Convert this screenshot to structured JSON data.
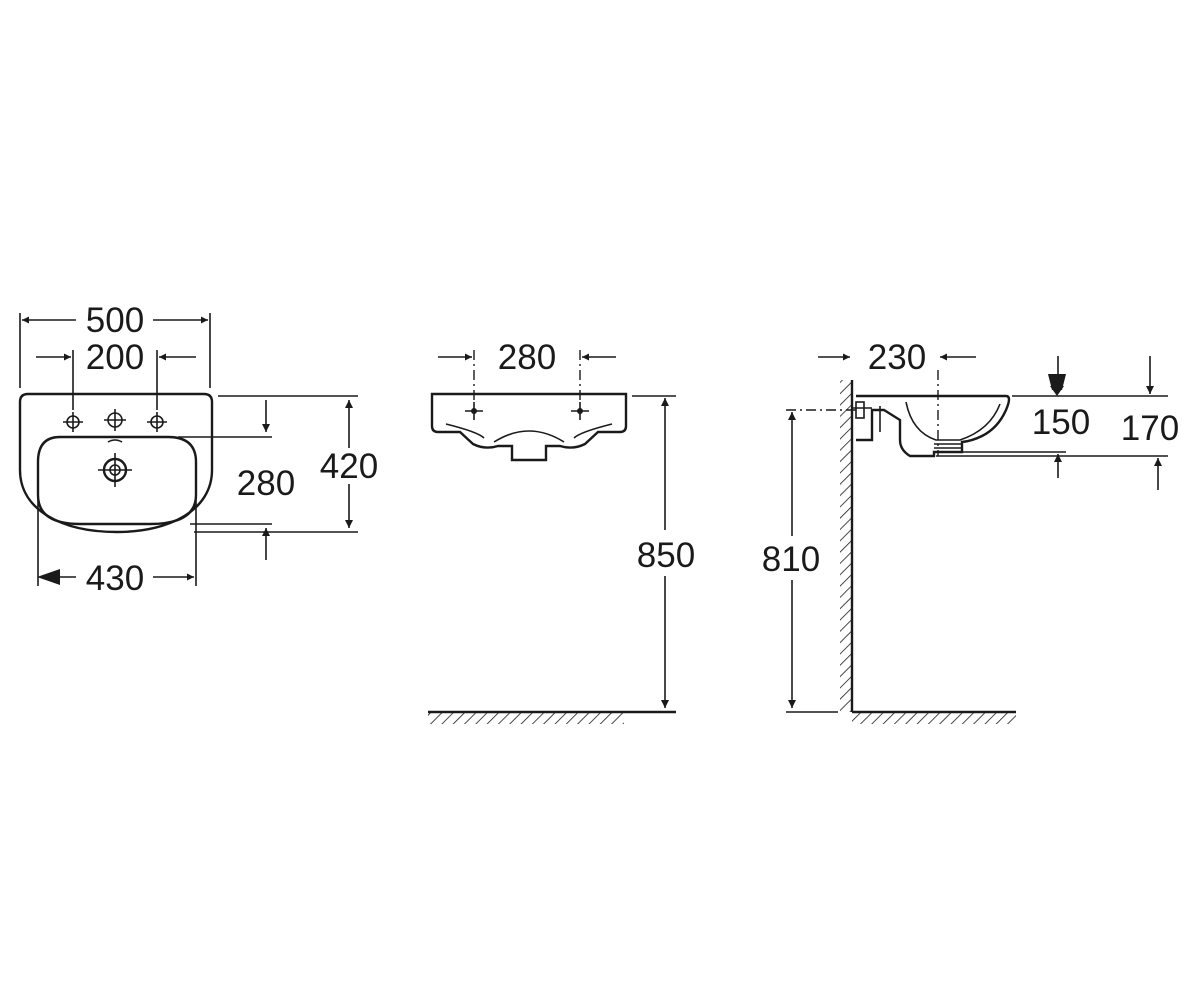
{
  "views": {
    "top": {
      "overall_width": "500",
      "tap_spacing": "200",
      "depth": "420",
      "bowl_depth": "280",
      "bowl_width": "430"
    },
    "front": {
      "fixing_spacing": "280",
      "rim_height": "850"
    },
    "side": {
      "projection": "230",
      "bowl_height": "150",
      "overall_height": "170",
      "fixing_height": "810"
    }
  }
}
